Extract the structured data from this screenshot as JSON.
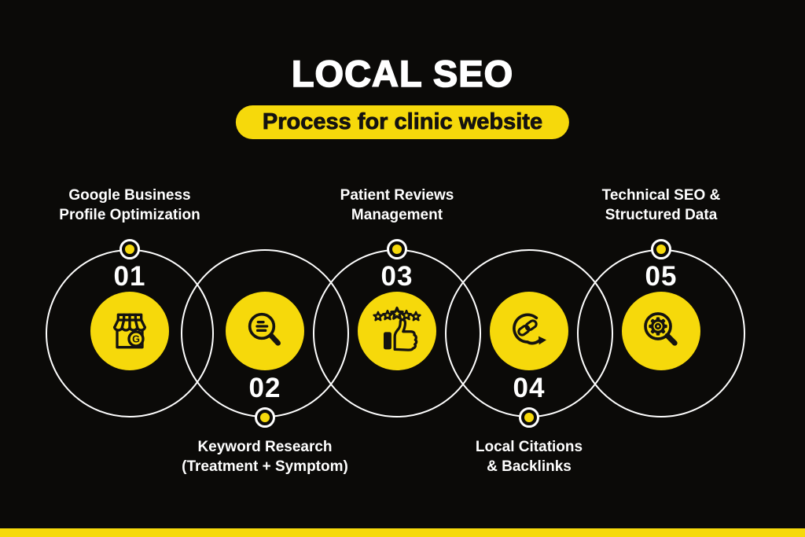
{
  "header": {
    "title": "LOCAL SEO",
    "subtitle": "Process for clinic website"
  },
  "colors": {
    "background": "#0B0A08",
    "accent_yellow": "#F6D90B",
    "text_white": "#FFFFFF",
    "icon_black": "#141210"
  },
  "steps": [
    {
      "number": "01",
      "icon": "google-business-storefront-icon",
      "label_lines": [
        "Google Business",
        "Profile Optimization"
      ],
      "label_position": "top"
    },
    {
      "number": "02",
      "icon": "keyword-research-magnifier-icon",
      "label_lines": [
        "Keyword Research",
        "(Treatment + Symptom)"
      ],
      "label_position": "bottom"
    },
    {
      "number": "03",
      "icon": "thumbs-up-stars-reviews-icon",
      "label_lines": [
        "Patient Reviews",
        "Management"
      ],
      "label_position": "top"
    },
    {
      "number": "04",
      "icon": "backlink-loop-chain-icon",
      "label_lines": [
        "Local Citations",
        "& Backlinks"
      ],
      "label_position": "bottom"
    },
    {
      "number": "05",
      "icon": "gear-magnifier-technical-seo-icon",
      "label_lines": [
        "Technical SEO &",
        "Structured Data"
      ],
      "label_position": "top"
    }
  ]
}
